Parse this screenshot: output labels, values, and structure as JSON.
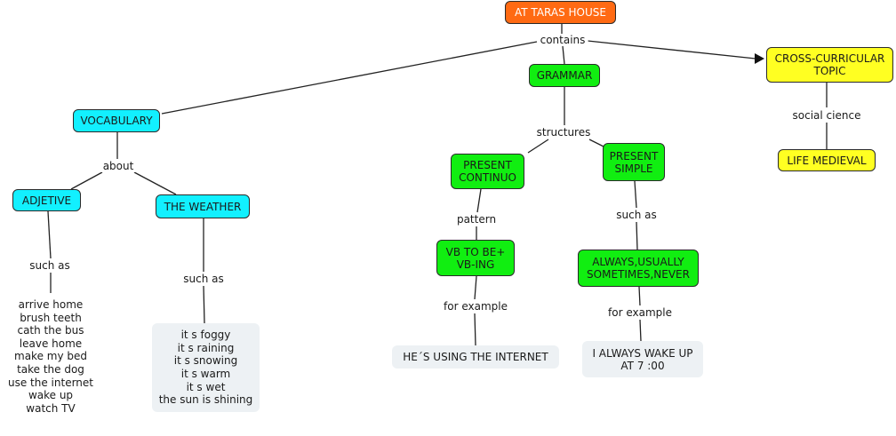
{
  "nodes": {
    "root": "AT TARAS HOUSE",
    "grammar": "GRAMMAR",
    "cross_curricular": "CROSS-CURRICULAR\nTOPIC",
    "vocabulary": "VOCABULARY",
    "adjetive": "ADJETIVE",
    "the_weather": "THE WEATHER",
    "present_continuo": "PRESENT\nCONTINUO",
    "present_simple": "PRESENT\nSIMPLE",
    "vb_to_be": "VB TO BE+\nVB-ING",
    "always_usually": "ALWAYS,USUALLY\nSOMETIMES,NEVER",
    "life_medieval": "LIFE MEDIEVAL",
    "hes_using": "HE´S USING THE INTERNET",
    "i_always_wake": "I ALWAYS WAKE UP\nAT 7 :00"
  },
  "link_labels": {
    "contains": "contains",
    "structures": "structures",
    "about": "about",
    "social_cience": "social cience",
    "such_as_adjetive": "such as",
    "such_as_weather": "such as",
    "pattern": "pattern",
    "for_example_continuo": "for example",
    "such_as_simple": "such as",
    "for_example_simple": "for example"
  },
  "lists": {
    "adjetive_examples": "arrive home\nbrush teeth\ncath the bus\nleave home\nmake my bed\ntake the dog\nuse the internet\nwake up\nwatch TV",
    "weather_examples": "it s foggy\nit s raining\nit s snowing\nit s warm\nit s wet\nthe sun is shining"
  },
  "colors": {
    "orange": "#ff6a13",
    "green": "#11ee11",
    "cyan": "#12f0ff",
    "yellow": "#ffff22",
    "plain": "#edf1f4"
  }
}
